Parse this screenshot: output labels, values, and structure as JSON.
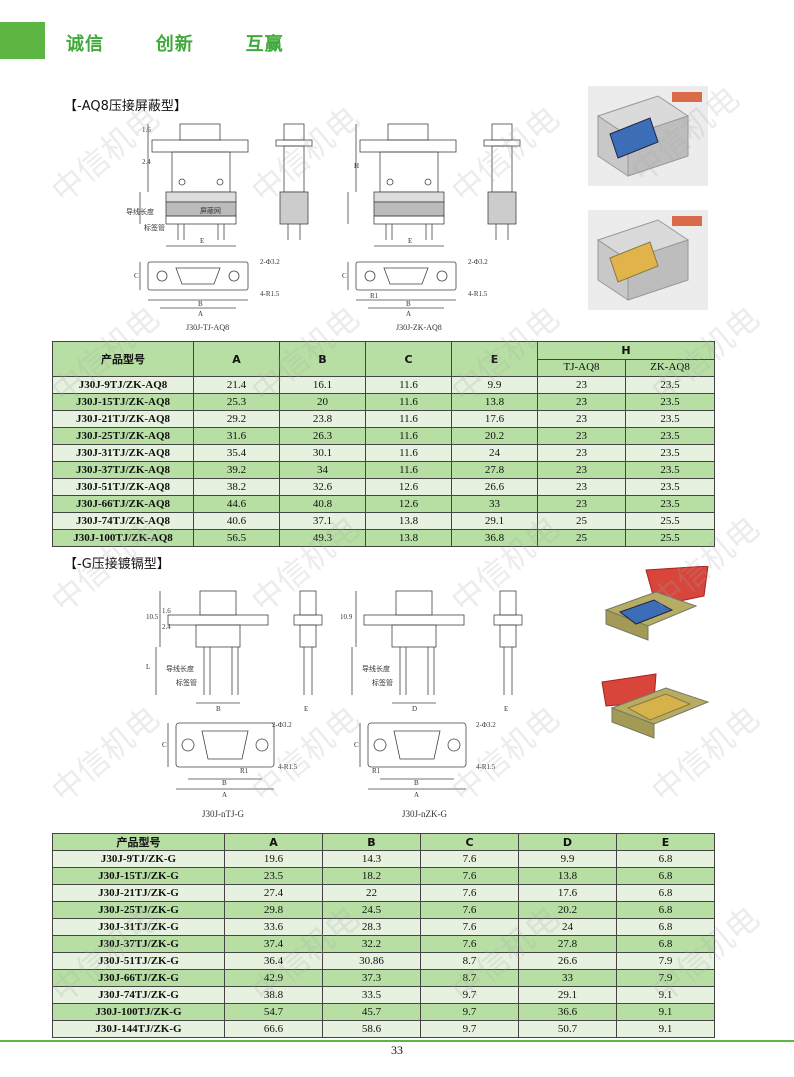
{
  "header": {
    "slogan": "诚信   创新   互赢"
  },
  "watermark": "中信机电",
  "section1": {
    "title": "【-AQ8压接屏蔽型】",
    "drawing_labels": {
      "left_caption": "J30J-TJ-AQ8",
      "right_caption": "J30J-ZK-AQ8",
      "hole_left": "2-Φ3.2",
      "hole_right": "2-Φ3.2",
      "corner_left": "4-R1.5",
      "corner_right": "4-R1.5",
      "dim_a": "A",
      "dim_b": "B",
      "dim_c": "C",
      "dim_e": "E",
      "dim_h": "H",
      "dim_r": "R1",
      "dim_16": "1.6",
      "dim_24": "2.4",
      "label_shield": "屏蔽网",
      "label_wire": "导线长度",
      "label_tube": "标签管"
    },
    "table": {
      "headers": [
        "产品型号",
        "A",
        "B",
        "C",
        "E",
        "H"
      ],
      "sub_headers": [
        "TJ-AQ8",
        "ZK-AQ8"
      ],
      "rows": [
        [
          "J30J-9TJ/ZK-AQ8",
          "21.4",
          "16.1",
          "11.6",
          "9.9",
          "23",
          "23.5"
        ],
        [
          "J30J-15TJ/ZK-AQ8",
          "25.3",
          "20",
          "11.6",
          "13.8",
          "23",
          "23.5"
        ],
        [
          "J30J-21TJ/ZK-AQ8",
          "29.2",
          "23.8",
          "11.6",
          "17.6",
          "23",
          "23.5"
        ],
        [
          "J30J-25TJ/ZK-AQ8",
          "31.6",
          "26.3",
          "11.6",
          "20.2",
          "23",
          "23.5"
        ],
        [
          "J30J-31TJ/ZK-AQ8",
          "35.4",
          "30.1",
          "11.6",
          "24",
          "23",
          "23.5"
        ],
        [
          "J30J-37TJ/ZK-AQ8",
          "39.2",
          "34",
          "11.6",
          "27.8",
          "23",
          "23.5"
        ],
        [
          "J30J-51TJ/ZK-AQ8",
          "38.2",
          "32.6",
          "12.6",
          "26.6",
          "23",
          "23.5"
        ],
        [
          "J30J-66TJ/ZK-AQ8",
          "44.6",
          "40.8",
          "12.6",
          "33",
          "23",
          "23.5"
        ],
        [
          "J30J-74TJ/ZK-AQ8",
          "40.6",
          "37.1",
          "13.8",
          "29.1",
          "25",
          "25.5"
        ],
        [
          "J30J-100TJ/ZK-AQ8",
          "56.5",
          "49.3",
          "13.8",
          "36.8",
          "25",
          "25.5"
        ]
      ]
    }
  },
  "section2": {
    "title": "【-G压接镀镉型】",
    "drawing_labels": {
      "left_caption": "J30J-nTJ-G",
      "right_caption": "J30J-nZK-G",
      "hole_left": "2-Φ3.2",
      "hole_right": "2-Φ3.2",
      "corner_left": "4-R1.5",
      "corner_right": "4-R1.5",
      "dim_a": "A",
      "dim_b": "B",
      "dim_c": "C",
      "dim_d": "D",
      "dim_e": "E",
      "dim_l": "L",
      "dim_r": "R1",
      "dim_105": "10.5",
      "dim_109": "10.9",
      "dim_16": "1.6",
      "dim_24": "2.4",
      "label_wire": "导线长度",
      "label_tube": "标签管"
    },
    "table": {
      "headers": [
        "产品型号",
        "A",
        "B",
        "C",
        "D",
        "E"
      ],
      "rows": [
        [
          "J30J-9TJ/ZK-G",
          "19.6",
          "14.3",
          "7.6",
          "9.9",
          "6.8"
        ],
        [
          "J30J-15TJ/ZK-G",
          "23.5",
          "18.2",
          "7.6",
          "13.8",
          "6.8"
        ],
        [
          "J30J-21TJ/ZK-G",
          "27.4",
          "22",
          "7.6",
          "17.6",
          "6.8"
        ],
        [
          "J30J-25TJ/ZK-G",
          "29.8",
          "24.5",
          "7.6",
          "20.2",
          "6.8"
        ],
        [
          "J30J-31TJ/ZK-G",
          "33.6",
          "28.3",
          "7.6",
          "24",
          "6.8"
        ],
        [
          "J30J-37TJ/ZK-G",
          "37.4",
          "32.2",
          "7.6",
          "27.8",
          "6.8"
        ],
        [
          "J30J-51TJ/ZK-G",
          "36.4",
          "30.86",
          "8.7",
          "26.6",
          "7.9"
        ],
        [
          "J30J-66TJ/ZK-G",
          "42.9",
          "37.3",
          "8.7",
          "33",
          "7.9"
        ],
        [
          "J30J-74TJ/ZK-G",
          "38.8",
          "33.5",
          "9.7",
          "29.1",
          "9.1"
        ],
        [
          "J30J-100TJ/ZK-G",
          "54.7",
          "45.7",
          "9.7",
          "36.6",
          "9.1"
        ],
        [
          "J30J-144TJ/ZK-G",
          "66.6",
          "58.6",
          "9.7",
          "50.7",
          "9.1"
        ]
      ]
    }
  },
  "page_number": "33",
  "colors": {
    "brand_green": "#5db544",
    "table_dark": "#b7dfa4",
    "table_light": "#e6f2df"
  }
}
